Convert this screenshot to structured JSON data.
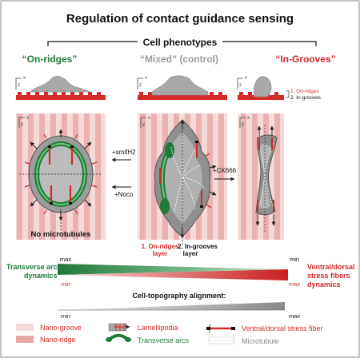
{
  "title": "Regulation of contact guidance sensing",
  "phenotypes_header": "Cell phenotypes",
  "phenotypes": [
    {
      "label": "“On-ridges”",
      "color": "#1e7b3a"
    },
    {
      "label": "“Mixed” (control)",
      "color": "#9a9a9a"
    },
    {
      "label": "“In-Grooves”",
      "color": "#d42a2a"
    }
  ],
  "axis_labels": {
    "x": "x",
    "z": "z",
    "y": "y"
  },
  "layer_legend": {
    "on_ridges": "1. On-ridges",
    "in_grooves": "2. In-grooves"
  },
  "treatments": {
    "smifh2": "+smifH2",
    "noco": "+Noco",
    "ck666": "+CK666"
  },
  "no_microtubules": "No microtubules",
  "layer_labels": {
    "on_ridges": "1. On-ridges layer",
    "in_grooves": "2. In-grooves layer"
  },
  "gradient_bars": {
    "transverse": {
      "label_line1": "Transverse arcs",
      "label_line2": "dynamics",
      "left_top": "max",
      "left_bottom": "min"
    },
    "stress": {
      "label_line1": "Ventral/dorsal",
      "label_line2": "stress fibers",
      "label_line3": "dynamics",
      "right_top": "min",
      "right_bottom": "max"
    },
    "alignment": {
      "label": "Cell-topography alignment:",
      "min": "min",
      "max": "max"
    }
  },
  "legend": {
    "nano_groove": "Nano-groove",
    "nano_ridge": "Nano-ridge",
    "lamellipodia": "Lamellipodia",
    "transverse_arcs": "Transverse arcs",
    "stress_fiber": "Ventral/dorsal stress fiber",
    "microtubule": "Microtubule"
  },
  "colors": {
    "green": "#1e7b3a",
    "red": "#d42a2a",
    "grey": "#9a9a9a",
    "groove": "#f6dada",
    "ridge": "#e8a6a6"
  }
}
